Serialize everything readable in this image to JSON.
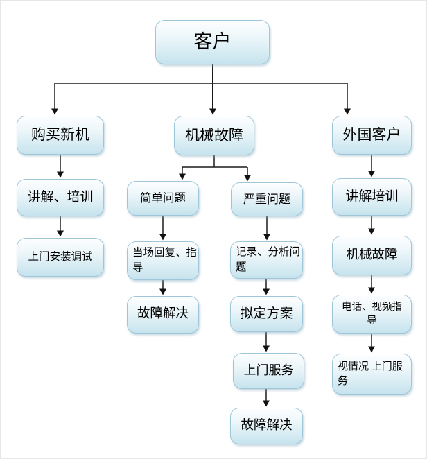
{
  "diagram_type": "flowchart",
  "colors": {
    "node_border": "#9fc6d8",
    "node_fill_top": "#fdfeff",
    "node_fill_bottom": "#c7e3ee",
    "connector": "#1a1a1a",
    "canvas_background": "#ffffff"
  },
  "nodes": {
    "customer": {
      "label": "客户"
    },
    "buy_new_machine": {
      "label": "购买新机"
    },
    "explain_training": {
      "label": "讲解、培训"
    },
    "onsite_install_debug": {
      "label": "上门安装调试"
    },
    "mechanical_failure": {
      "label": "机械故障"
    },
    "simple_problem": {
      "label": "简单问题"
    },
    "onsite_reply_guidance": {
      "label": "当场回复、指导"
    },
    "fault_resolved_simple": {
      "label": "故障解决"
    },
    "serious_problem": {
      "label": "严重问题"
    },
    "record_analyze_problem": {
      "label": "记录、分析问题"
    },
    "formulate_plan": {
      "label": "拟定方案"
    },
    "onsite_service": {
      "label": "上门服务"
    },
    "fault_resolved_serious": {
      "label": "故障解决"
    },
    "foreign_customer": {
      "label": "外国客户"
    },
    "explain_training_2": {
      "label": "讲解培训"
    },
    "mechanical_failure_2": {
      "label": "机械故障"
    },
    "phone_video_guidance": {
      "label": "电话、视频指导"
    },
    "onsite_service_as_needed": {
      "label": "视情况 上门服务"
    }
  },
  "edges": [
    {
      "from": "customer",
      "to": "buy_new_machine"
    },
    {
      "from": "customer",
      "to": "mechanical_failure"
    },
    {
      "from": "customer",
      "to": "foreign_customer"
    },
    {
      "from": "buy_new_machine",
      "to": "explain_training"
    },
    {
      "from": "explain_training",
      "to": "onsite_install_debug"
    },
    {
      "from": "mechanical_failure",
      "to": "simple_problem"
    },
    {
      "from": "mechanical_failure",
      "to": "serious_problem"
    },
    {
      "from": "simple_problem",
      "to": "onsite_reply_guidance"
    },
    {
      "from": "onsite_reply_guidance",
      "to": "fault_resolved_simple"
    },
    {
      "from": "serious_problem",
      "to": "record_analyze_problem"
    },
    {
      "from": "record_analyze_problem",
      "to": "formulate_plan"
    },
    {
      "from": "formulate_plan",
      "to": "onsite_service"
    },
    {
      "from": "onsite_service",
      "to": "fault_resolved_serious"
    },
    {
      "from": "foreign_customer",
      "to": "explain_training_2"
    },
    {
      "from": "explain_training_2",
      "to": "mechanical_failure_2"
    },
    {
      "from": "mechanical_failure_2",
      "to": "phone_video_guidance"
    },
    {
      "from": "phone_video_guidance",
      "to": "onsite_service_as_needed"
    }
  ]
}
